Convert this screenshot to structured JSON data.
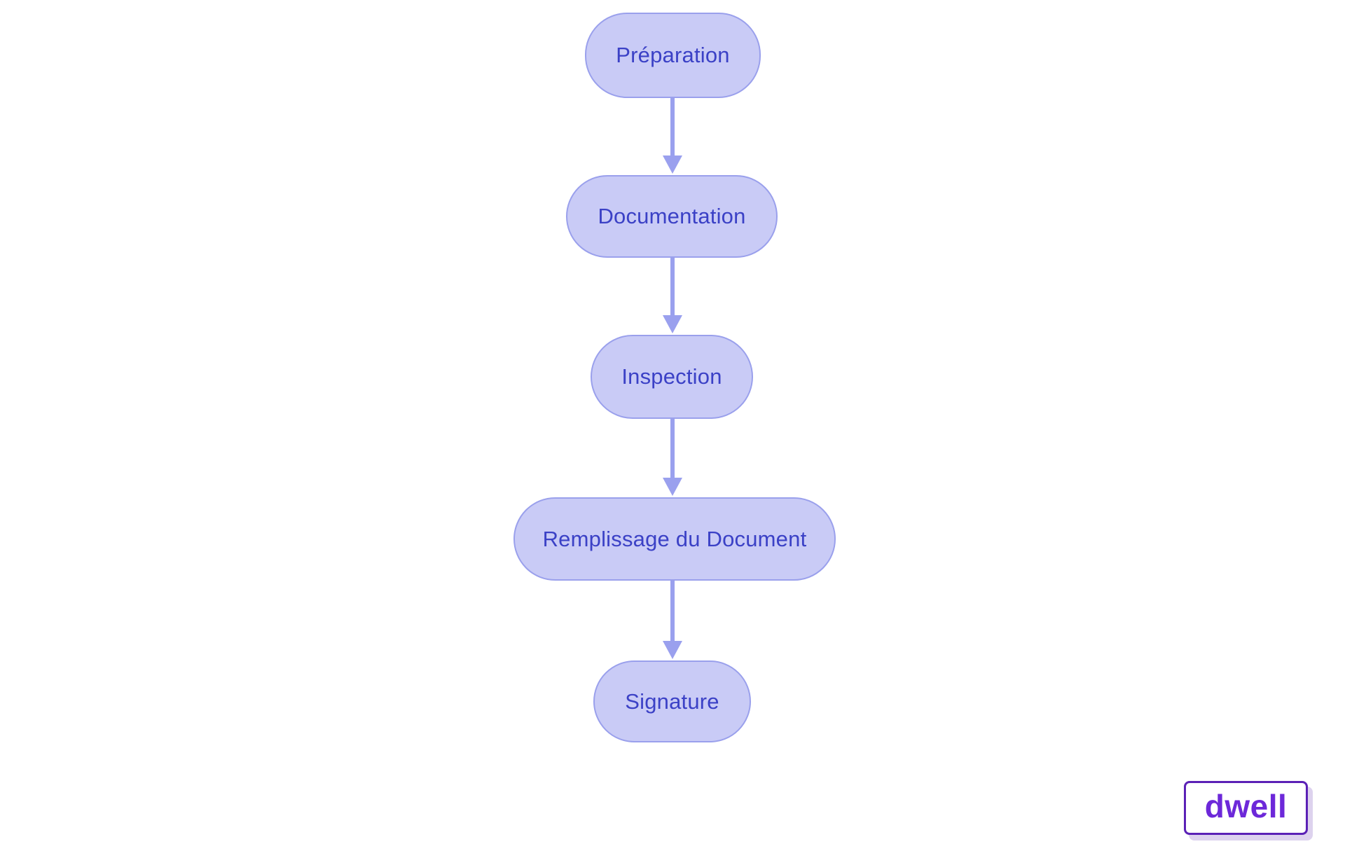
{
  "theme": {
    "background": "#ffffff",
    "node_fill": "#c9cbf6",
    "node_border": "#9aa0ec",
    "node_text": "#3b41c6",
    "arrow_color": "#9aa0ee",
    "logo_border": "#5b21b6",
    "logo_text": "#6d28d9",
    "logo_shadow": "#ddd2ee"
  },
  "diagram": {
    "type": "flowchart",
    "direction": "top-down",
    "nodes": [
      {
        "id": "preparation",
        "label": "Préparation"
      },
      {
        "id": "documentation",
        "label": "Documentation"
      },
      {
        "id": "inspection",
        "label": "Inspection"
      },
      {
        "id": "remplissage",
        "label": "Remplissage du Document"
      },
      {
        "id": "signature",
        "label": "Signature"
      }
    ],
    "edges": [
      {
        "from": "preparation",
        "to": "documentation"
      },
      {
        "from": "documentation",
        "to": "inspection"
      },
      {
        "from": "inspection",
        "to": "remplissage"
      },
      {
        "from": "remplissage",
        "to": "signature"
      }
    ]
  },
  "watermark": {
    "label": "dwell"
  }
}
